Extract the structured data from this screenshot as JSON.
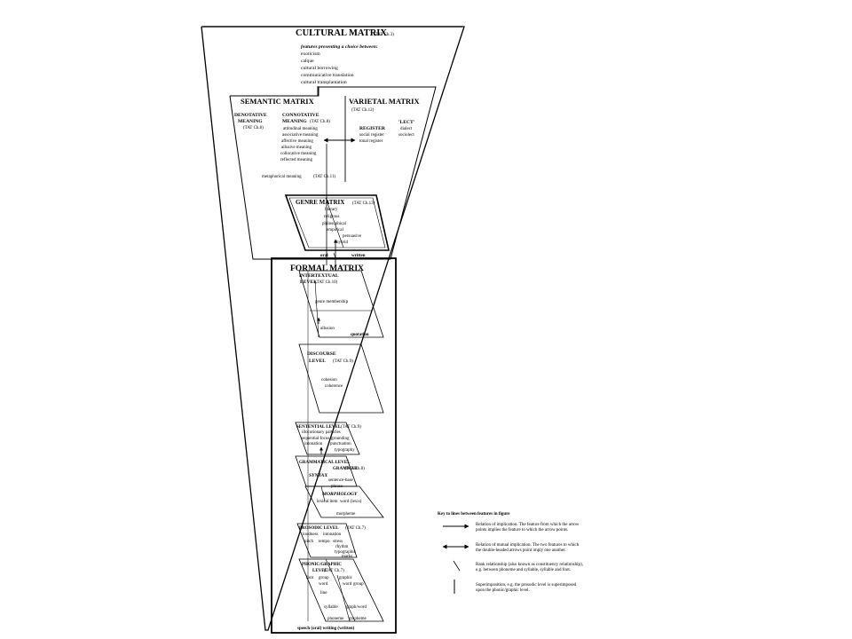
{
  "cultural": {
    "title": "CULTURAL MATRIX",
    "ref": "(TAT Ch.3)",
    "choice_heading": "features presenting a choice between:",
    "items": [
      "exoticism",
      "calque",
      "cultural borrowing",
      "communicative translation",
      "cultural transplantation"
    ]
  },
  "semantic": {
    "title": "SEMANTIC MATRIX",
    "denotative": {
      "line1": "DENOTATIVE",
      "line2": "MEANING",
      "ref": "(TAT Ch.8)"
    },
    "connotative": {
      "line1": "CONNOTATIVE",
      "line2": "MEANING",
      "ref": "(TAT Ch.8)"
    },
    "connotative_items": [
      "attitudinal meaning",
      "associative meaning",
      "affective meaning",
      "allusive meaning",
      "collocative meaning",
      "reflected meaning"
    ],
    "metaphorical": "metaphorical meaning",
    "metaphorical_ref": "(TAT Ch.11)"
  },
  "varietal": {
    "title": "VARIETAL MATRIX",
    "ref": "(TAT Ch.12)",
    "register": "REGISTER",
    "register_items": [
      "social register",
      "tonal register"
    ],
    "lect": "'LECT'",
    "lect_items": [
      "dialect",
      "sociolect"
    ]
  },
  "genre": {
    "title": "GENRE MATRIX",
    "ref": "(TAT Ch.13)",
    "items": [
      "literary",
      "religious",
      "philosophical",
      "empirical",
      "persuasive",
      "hybrid"
    ],
    "oral": "oral",
    "written": "written"
  },
  "formal": {
    "title": "FORMAL  MATRIX",
    "intertextual": {
      "line1": "INTERTEXTUAL",
      "line2": "LEVEL",
      "ref": "(TAT Ch.10)",
      "item1": "genre membership",
      "item2": "allusion",
      "item3": "quotation"
    },
    "discourse": {
      "line1": "DISCOURSE",
      "line2": "LEVEL",
      "ref": "(TAT Ch.9)",
      "item1": "cohesion",
      "item2": "coherence"
    },
    "sentential": {
      "title": "SENTENTIAL LEVEL",
      "ref": "(TAT Ch.9)",
      "items": [
        "illocutionary particles",
        "sequential focus",
        "grounding",
        "intonation",
        "punctuation",
        "typography"
      ]
    },
    "grammatical": {
      "title": "GRAMMATICAL LEVEL",
      "ref": "(TAT Ch.8)",
      "sub1": "GRAMMAR",
      "syntax": "SYNTAX",
      "syntax_items": [
        "sentence-base",
        "phrase"
      ],
      "morphology": "MORPHOLOGY",
      "morph_items": [
        "lexical item",
        "word (lexis)"
      ],
      "morpheme": "morpheme"
    },
    "prosodic": {
      "title": "PROSODIC LEVEL",
      "ref": "(TAT Ch.7)",
      "items": [
        "loudness",
        "intonation",
        "pitch",
        "tempo",
        "stress",
        "rhythm",
        "typographic",
        "marks"
      ]
    },
    "phonic": {
      "title": "PHONIC/GRAPHIC",
      "title2": "LEVEL",
      "ref": "(TAT Ch.7)",
      "items": [
        "foot",
        "group",
        "graphic",
        "word",
        "word",
        "group",
        "line",
        "syllable",
        "graph/word",
        "phoneme",
        "grapheme"
      ]
    },
    "bottom": "speech (oral)   writing (written)"
  },
  "key": {
    "title": "Key to lines between features in figure",
    "entries": [
      {
        "line1": "Relation of implication. The feature from which the arrow",
        "line2": "points implies the feature to which the arrow points."
      },
      {
        "line1": "Relation of mutual implication. The two features to which",
        "line2": "the double-headed arrows point imply one another."
      },
      {
        "line1": "Rank relationship (also known as constituency relationship),",
        "line2": "e.g. between phoneme and syllable, syllable and foot."
      },
      {
        "line1": "Superimposition, e.g. the prosodic level is superimposed",
        "line2": "upon the phonic/graphic level."
      }
    ]
  }
}
